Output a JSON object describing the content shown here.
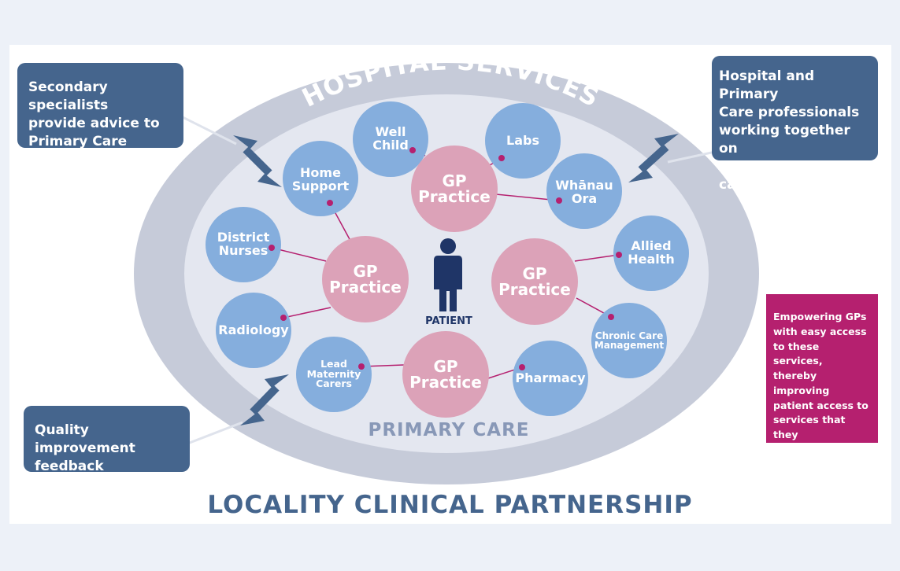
{
  "title": "LOCALITY CLINICAL PARTNERSHIP",
  "arc_label": "HOSPITAL SERVICES",
  "inner_label": "PRIMARY CARE",
  "patient_label": "PATIENT",
  "gp_label": "GP\nPractice",
  "services": {
    "well_child": "Well\nChild",
    "labs": "Labs",
    "home_support": "Home\nSupport",
    "whanau_ora": "Whānau\nOra",
    "district_nurses": "District\nNurses",
    "allied_health": "Allied\nHealth",
    "radiology": "Radiology",
    "chronic_care": "Chronic Care\nManagement",
    "lead_maternity": "Lead\nMaternity\nCarers",
    "pharmacy": "Pharmacy"
  },
  "callouts": {
    "secondary": "Secondary specialists\nprovide advice to\nPrimary Care",
    "hospital_primary": "Hospital and Primary\nCare professionals\nworking together on\ncomplex patient cases",
    "quality": "Quality improvement\nfeedback",
    "empowering": "Empowering GPs\nwith easy access\nto these services,\nthereby improving\npatient access to\nservices that they\nneed, when they\nneed it"
  },
  "colors": {
    "outer_ring": "#c6cbd9",
    "inner_area": "#e4e7f0",
    "service_circle": "#85aedd",
    "gp_circle": "#dca2b8",
    "connector": "#b5206f",
    "callout": "#45658d",
    "patient": "#1f3567"
  }
}
